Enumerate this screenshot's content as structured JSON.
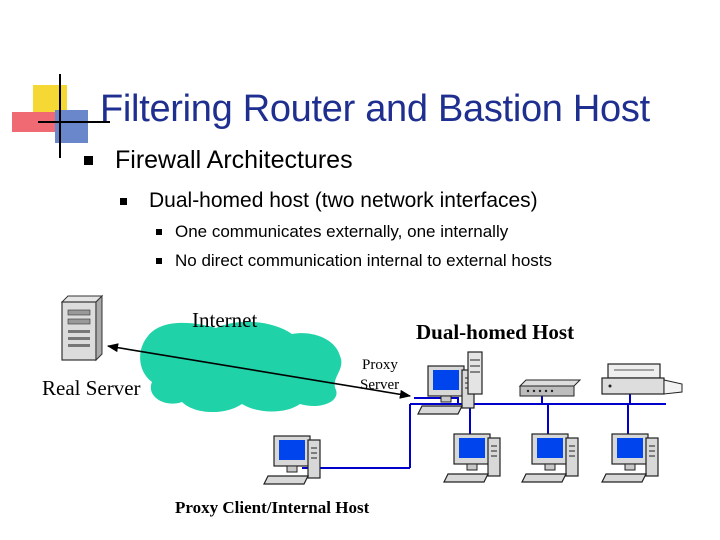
{
  "slide": {
    "title": "Filtering Router and Bastion Host",
    "bullets": [
      {
        "level": 1,
        "text": "Firewall Architectures"
      },
      {
        "level": 2,
        "text": "Dual-homed host (two network interfaces)"
      },
      {
        "level": 3,
        "text": "One communicates externally, one internally"
      },
      {
        "level": 3,
        "text": "No direct communication internal to external hosts"
      }
    ]
  },
  "diagram": {
    "labels": {
      "internet": "Internet",
      "dual_homed_host": "Dual-homed Host",
      "proxy_server_line1": "Proxy",
      "proxy_server_line2": "Server",
      "real_server": "Real Server",
      "proxy_client": "Proxy Client/Internal Host"
    },
    "colors": {
      "title": "#1f2f90",
      "internet_cloud": "#1fd2a8",
      "network_line": "#0000cc",
      "logo_yellow": "#f5d833",
      "logo_red": "#f06a73",
      "logo_blue": "#6b87cc",
      "monitor_screen": "#0044ee"
    },
    "icons": [
      "slide-logo-icon",
      "real-server-icon",
      "internet-cloud-icon",
      "proxy-server-icon",
      "hub-icon",
      "printer-icon",
      "workstation-icon",
      "proxy-client-icon"
    ]
  }
}
